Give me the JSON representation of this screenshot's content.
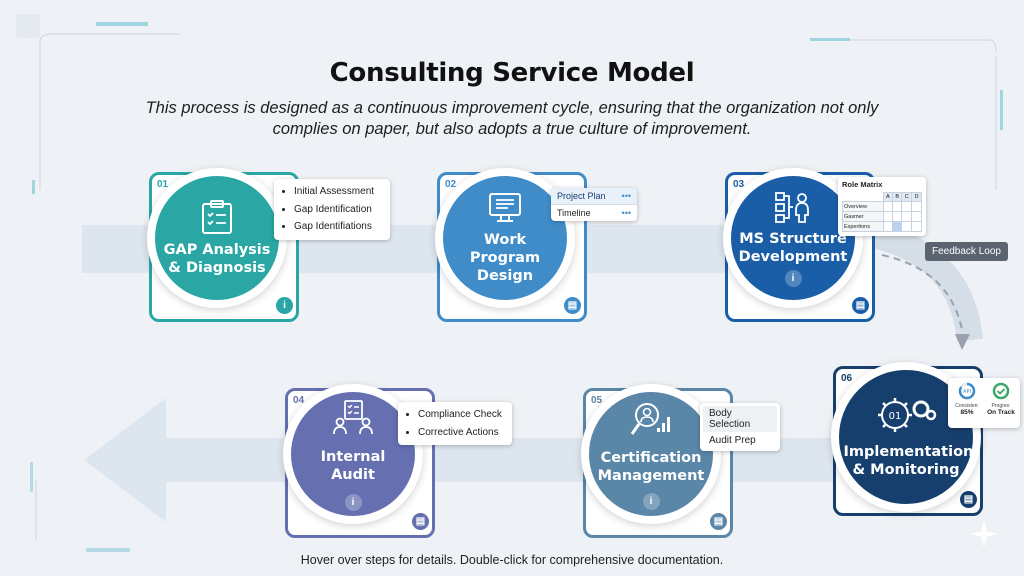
{
  "title": "Consulting Service Model",
  "subtitle": "This process is designed as a continuous improvement cycle, ensuring that the organization not only complies on paper, but also adopts a true culture of improvement.",
  "footer": "Hover over steps for details. Double-click for comprehensive documentation.",
  "feedback_label": "Feedback Loop",
  "steps": [
    {
      "num": "01",
      "label": "GAP Analysis & Diagnosis",
      "icon": "clipboard-checklist-icon",
      "color": "#2aa7a5",
      "popup": [
        "Initial Assessment",
        "Gap Identification",
        "Gap Identifiations"
      ]
    },
    {
      "num": "02",
      "label": "Work Program Design",
      "icon": "monitor-document-icon",
      "color": "#3f8cc9",
      "popup": [
        "Project Plan",
        "Timeline"
      ]
    },
    {
      "num": "03",
      "label": "MS Structure Development",
      "icon": "org-structure-icon",
      "color": "#1b5ea8",
      "popup_title": "Role Matrix",
      "matrix_cols": [
        "A",
        "B",
        "C",
        "D"
      ],
      "matrix_rows": [
        "Overview",
        "Gasmer",
        "Expertions"
      ]
    },
    {
      "num": "04",
      "label": "Internal Audit",
      "icon": "audit-checklist-icon",
      "color": "#6670b0",
      "popup": [
        "Compliance Check",
        "Corrective Actions"
      ]
    },
    {
      "num": "05",
      "label": "Certification Management",
      "icon": "search-person-icon",
      "color": "#5a86a8",
      "popup": [
        "Body Selection",
        "Audit Prep"
      ]
    },
    {
      "num": "06",
      "label": "Implementation & Monitoring",
      "icon": "gears-icon",
      "color": "#173f6e",
      "kpis": [
        {
          "title": "Consisten:",
          "value": "85%",
          "ring": "API"
        },
        {
          "title": "Progres:",
          "value": "On Track",
          "ring": "check"
        }
      ]
    }
  ]
}
